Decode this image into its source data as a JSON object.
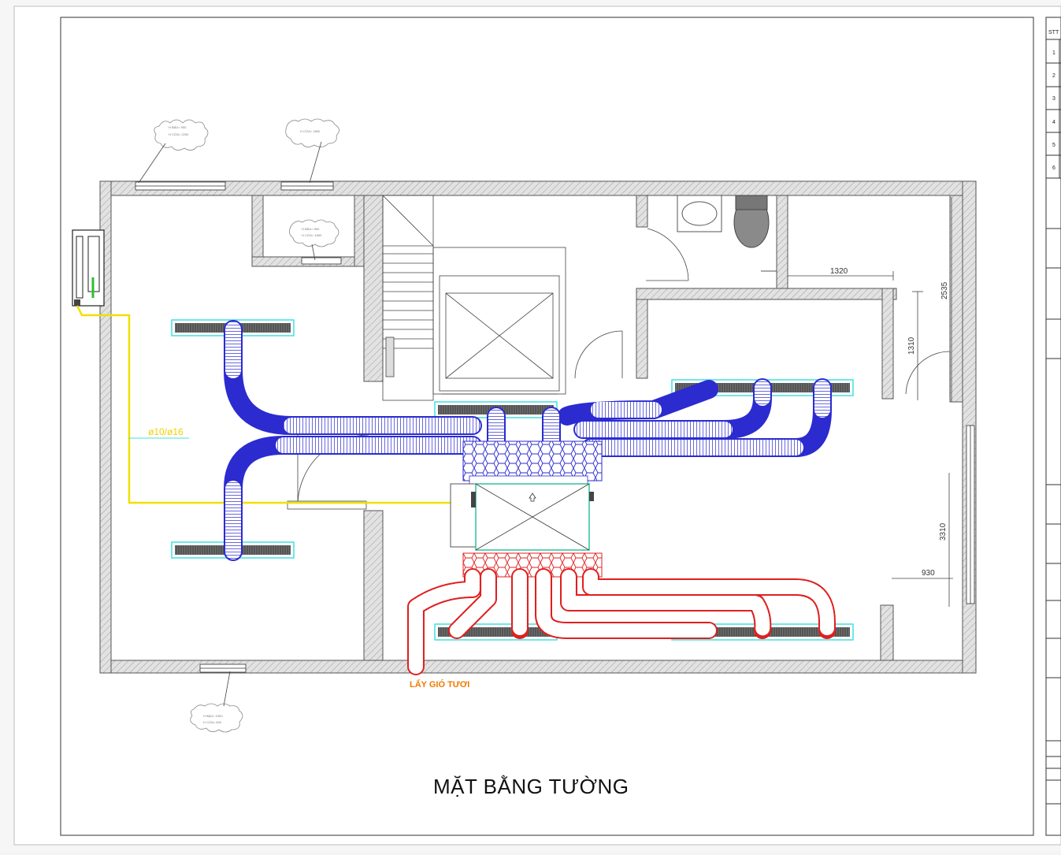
{
  "drawing": {
    "title": "MẶT BẰNG TƯỜNG",
    "fresh_air_label": "LẤY GIÓ TƯƠI",
    "pipe_label": "ø10/ø16"
  },
  "dimensions": {
    "d1320": "1320",
    "d2535": "2535",
    "d1310": "1310",
    "d3310": "3310",
    "d930": "930"
  },
  "clouds": {
    "c1": [
      "H BẬU= 900",
      "H CỬA= 2200"
    ],
    "c2": [
      "H CỬA= 1800"
    ],
    "c3": [
      "H BẬU= 600",
      "H CỬA= 1800"
    ],
    "c4": [
      "H BẬU= 1900",
      "H CỬA= 600"
    ]
  },
  "title_block": {
    "stt_header": "STT",
    "rows": [
      "1",
      "2",
      "3",
      "4",
      "5",
      "6"
    ]
  },
  "colors": {
    "wall_fill": "#d9d9d9",
    "supply_duct": "#2b2bd0",
    "return_duct": "#e02020",
    "pipe": "#f0e000",
    "fresh_air": "#f07800",
    "diffuser_outline": "#40e0e0"
  }
}
